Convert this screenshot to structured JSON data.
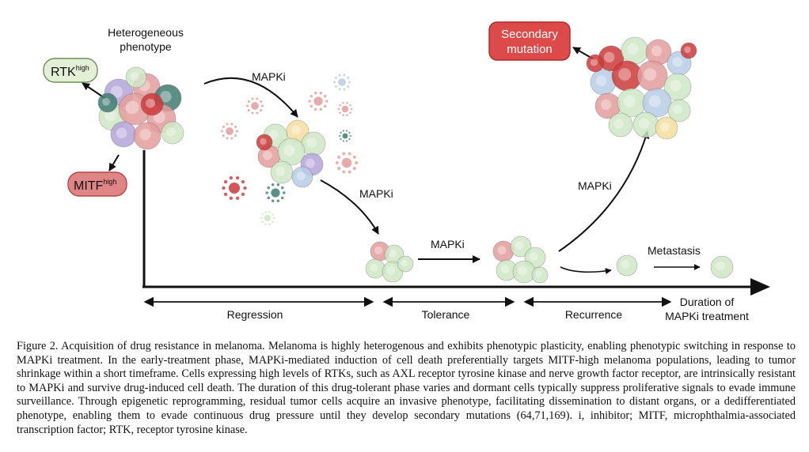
{
  "labels": {
    "heterogeneous_line1": "Heterogeneous",
    "heterogeneous_line2": "phenotype",
    "rtk": "RTK",
    "rtk_sup": "high",
    "mitf": "MITF",
    "mitf_sup": "high",
    "mapki": "MAPKi",
    "secondary_line1": "Secondary",
    "secondary_line2": "mutation",
    "metastasis": "Metastasis"
  },
  "axis": {
    "x_title_line1": "Duration of",
    "x_title_line2": "MAPKi treatment",
    "phases": [
      "Regression",
      "Tolerance",
      "Recurrence"
    ]
  },
  "caption": "Figure 2. Acquisition of drug resistance in melanoma. Melanoma is highly heterogenous and exhibits phenotypic plasticity, enabling phenotypic switching in response to MAPKi treatment. In the early-treatment phase, MAPKi-mediated induction of cell death preferentially targets MITF-high melanoma populations, leading to tumor shrinkage within a short timeframe. Cells expressing high levels of RTKs, such as AXL receptor tyrosine kinase and nerve growth factor receptor, are intrinsically resistant to MAPKi and survive drug-induced cell death. The duration of this drug-tolerant phase varies and dormant cells typically suppress proliferative signals to evade immune surveillance. Through epigenetic reprogramming, residual tumor cells acquire an invasive phenotype, facilitating dissemination to distant organs, or a dedifferentiated phenotype, enabling them to evade continuous drug pressure until they develop secondary mutations (64,71,169). i, inhibitor; MITF, microphthalmia-associated transcription factor; RTK, receptor tyrosine kinase.",
  "colors": {
    "rtk_fill": "#e3efd6",
    "rtk_stroke": "#6f8f55",
    "mitf_fill": "#e08585",
    "mitf_stroke": "#b84444",
    "secondary_fill": "#dd4a4a",
    "secondary_stroke": "#b02828",
    "cell_green": "#cfe6c5",
    "cell_pink": "#e49c9c",
    "cell_red": "#cc3a3a",
    "cell_teal": "#3f7c72",
    "cell_purple": "#b4a4d8",
    "cell_blue": "#b7cde6",
    "cell_yellow": "#f3dea0",
    "axis": "#111111"
  }
}
